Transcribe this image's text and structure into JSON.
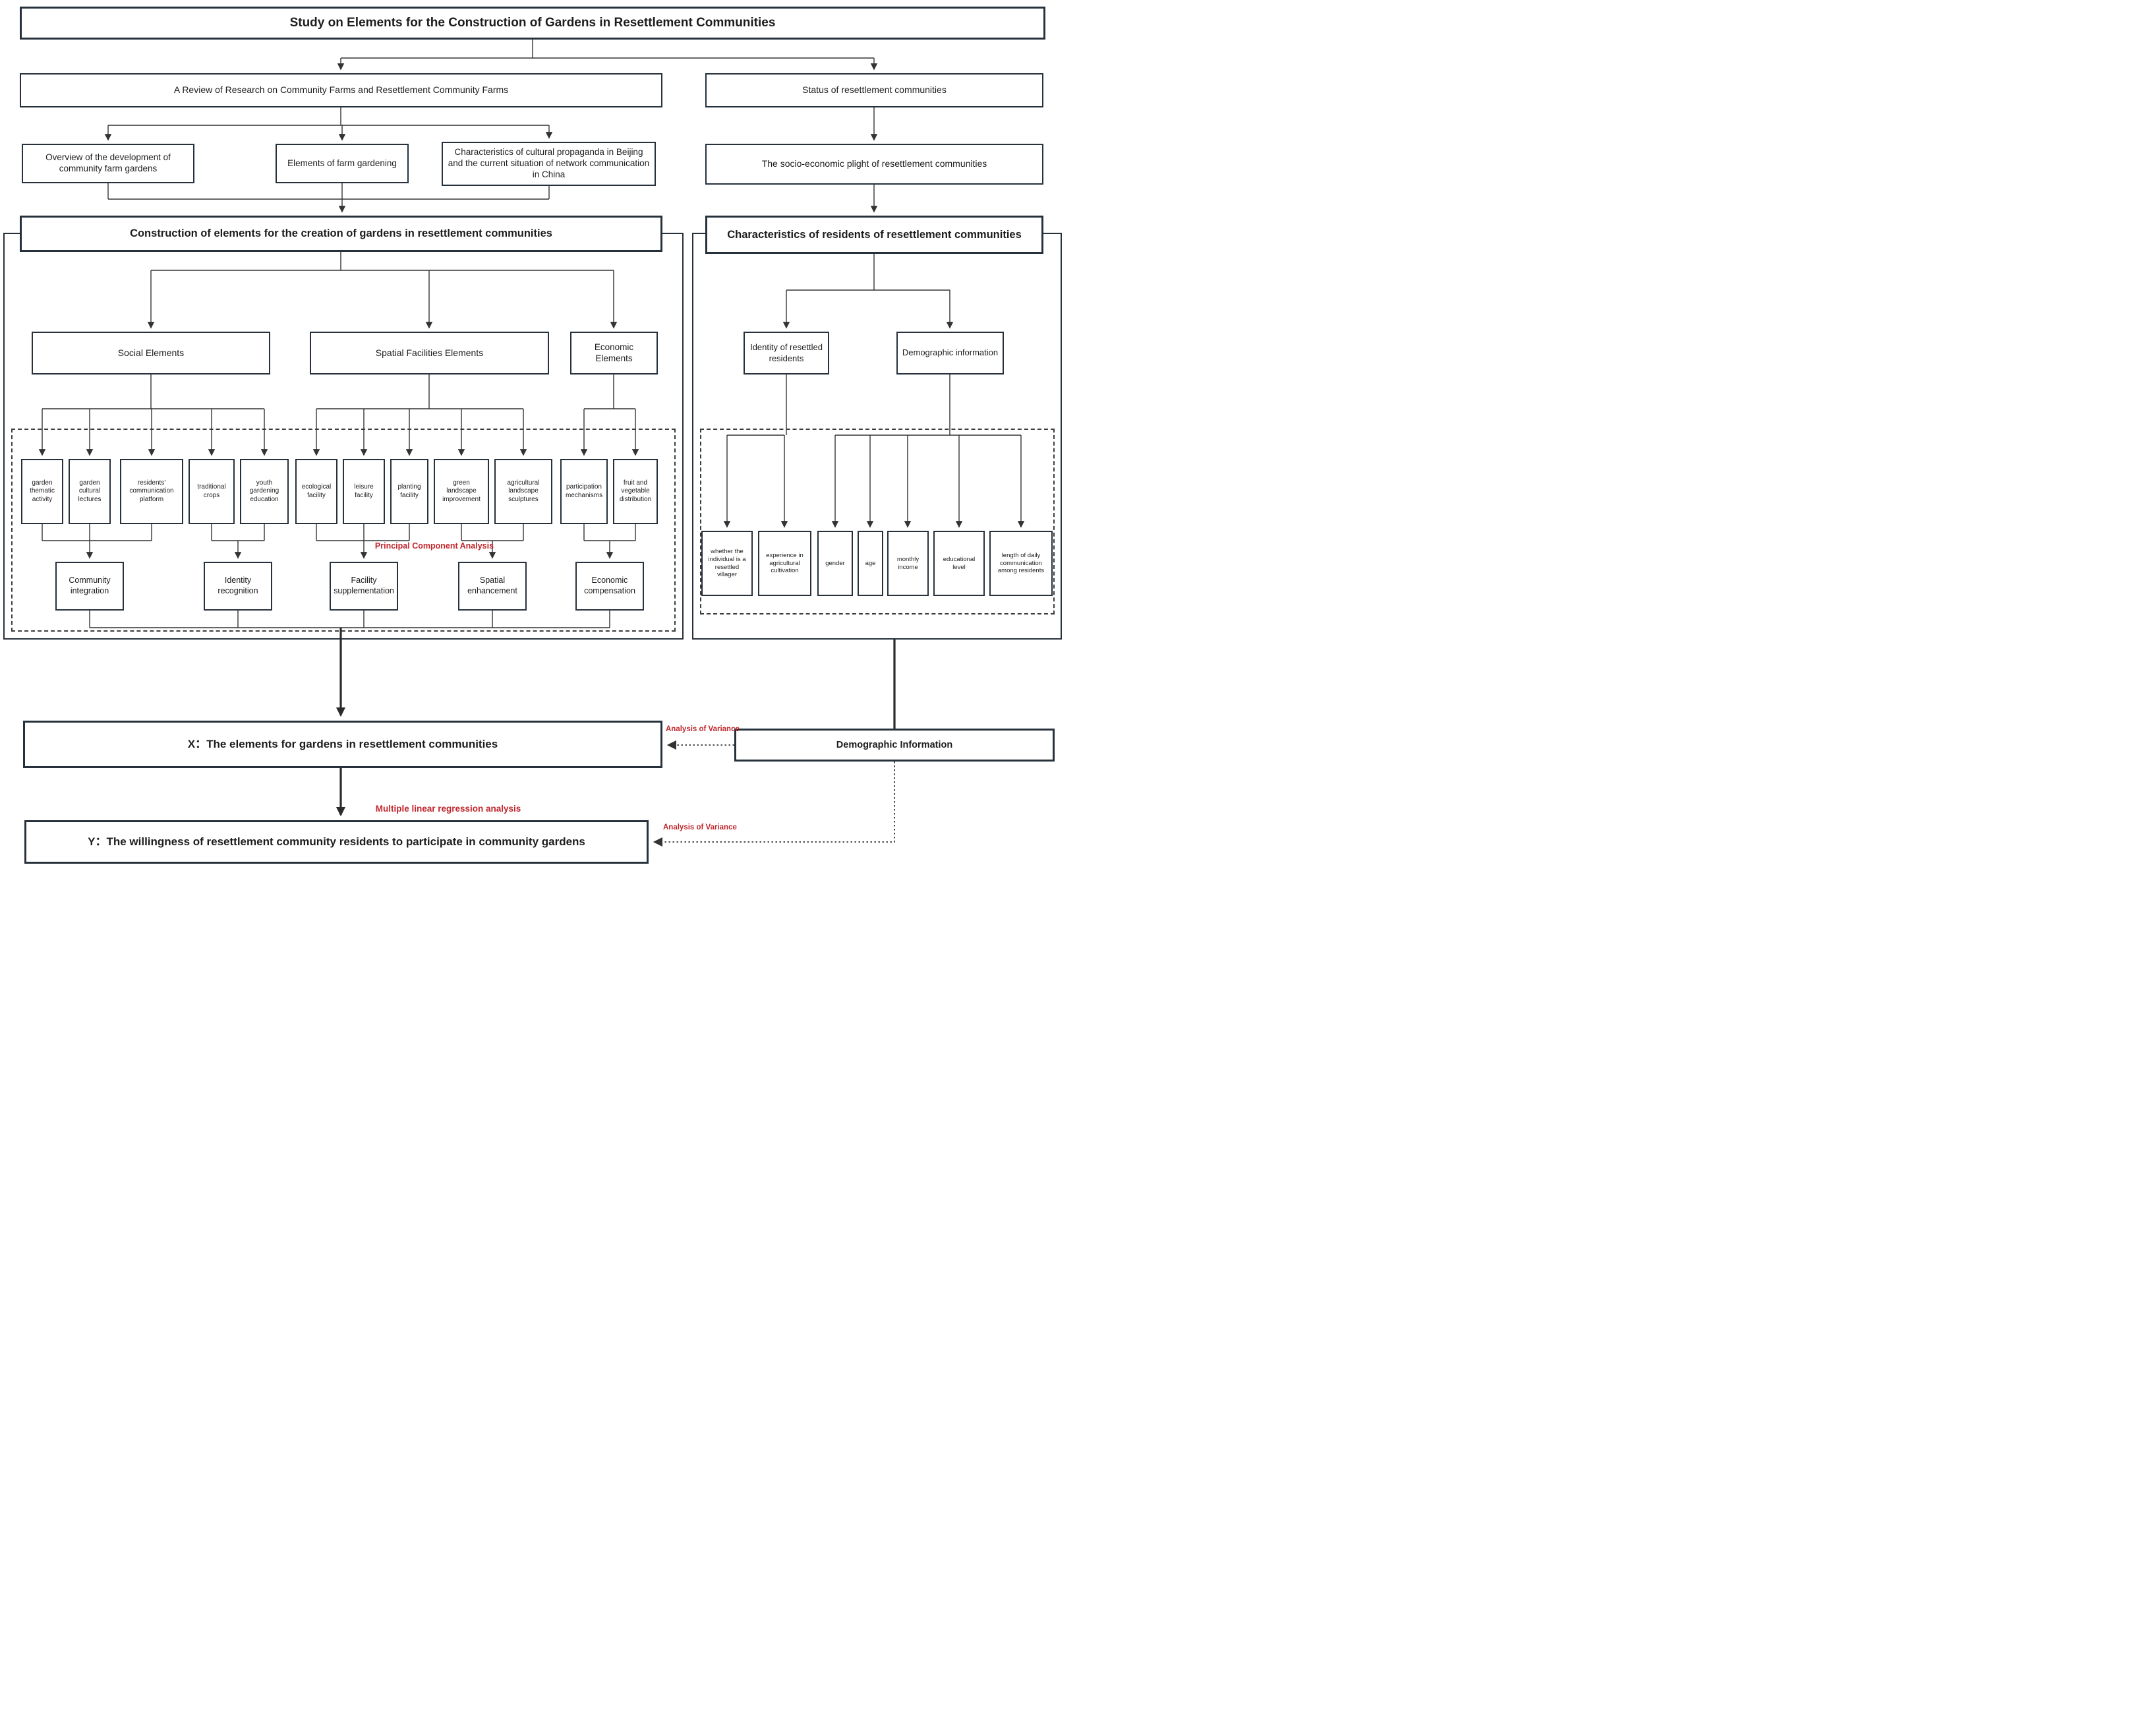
{
  "title": "Study on Elements for the Construction of Gardens in Resettlement Communities",
  "left_branch": {
    "review": "A Review of Research on Community Farms and Resettlement Community Farms",
    "sub": [
      "Overview of the development of community farm gardens",
      "Elements of farm gardening",
      "Characteristics of cultural propaganda in Beijing and the current situation of network communication in China"
    ],
    "construction_header": "Construction of elements for the creation of gardens in resettlement communities",
    "element_groups": [
      "Social Elements",
      "Spatial Facilities Elements",
      "Economic Elements"
    ],
    "factors": [
      "garden thematic activity",
      "garden cultural lectures",
      "residents' communication platform",
      "traditional crops",
      "youth gardening education",
      "ecological facility",
      "leisure facility",
      "planting facility",
      "green landscape improvement",
      "agricultural landscape sculptures",
      "participation mechanisms",
      "fruit and vegetable distribution"
    ],
    "components": [
      "Community integration",
      "Identity recognition",
      "Facility supplementation",
      "Spatial enhancement",
      "Economic compensation"
    ],
    "pca_label": "Principal Component Analysis"
  },
  "right_branch": {
    "status": "Status of resettlement communities",
    "plight": "The socio-economic plight of resettlement communities",
    "characteristics_header": "Characteristics of residents of resettlement communities",
    "categories": [
      "Identity of resettled residents",
      "Demographic information"
    ],
    "variables": [
      "whether the individual is a resettled villager",
      "experience in agricultural cultivation",
      "gender",
      "age",
      "monthly income",
      "educational level",
      "length of daily communication among residents"
    ]
  },
  "bottom": {
    "x_box": "X：The elements for gardens in resettlement communities",
    "y_box": "Y：The willingness of resettlement community residents to participate in community gardens",
    "demographic_info": "Demographic Information",
    "anova_label_1": "Analysis of Variance",
    "anova_label_2": "Analysis of Variance",
    "regression_label": "Multiple linear regression analysis"
  },
  "colors": {
    "accent_red": "#c0262c",
    "border": "#26313c",
    "line": "#333333"
  }
}
